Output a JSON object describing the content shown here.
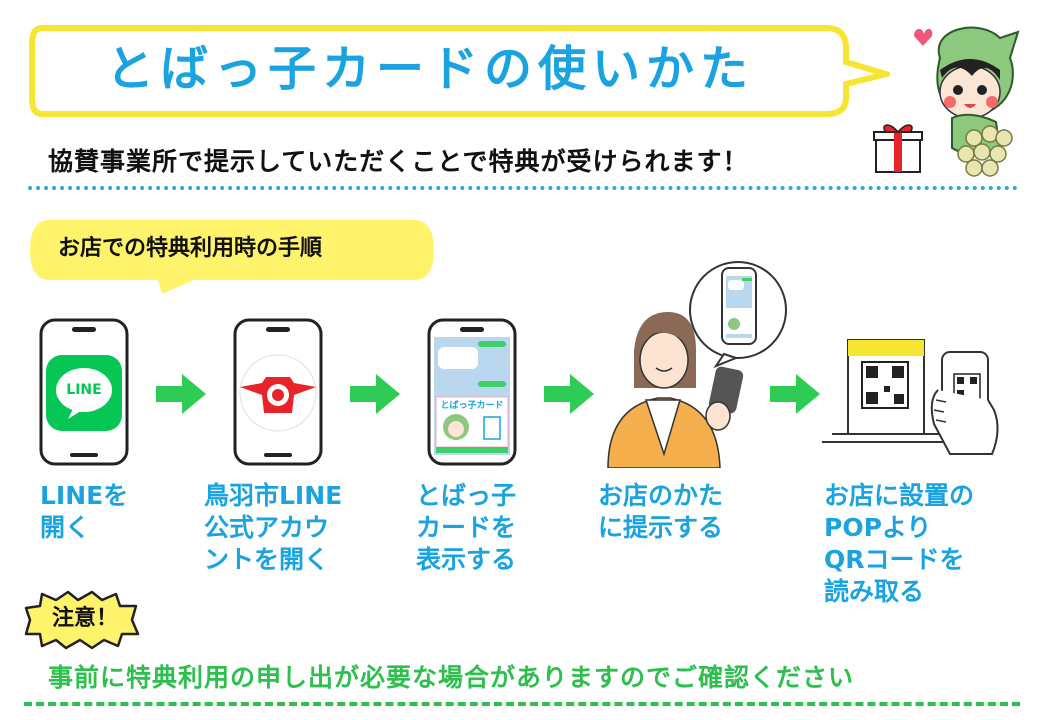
{
  "title": "とばっ子カードの使いかた",
  "subtitle": "協賛事業所で提示していただくことで特典が受けられます！",
  "steps_heading": "お店での特典利用時の手順",
  "steps": [
    {
      "lines": [
        "LINEを",
        "開く"
      ]
    },
    {
      "lines": [
        "鳥羽市LINE",
        "公式アカウ",
        "ントを開く"
      ]
    },
    {
      "lines": [
        "とばっ子",
        "カードを",
        "表示する"
      ]
    },
    {
      "lines": [
        "お店のかた",
        "に提示する"
      ]
    },
    {
      "lines": [
        "お店に設置の",
        "POPより",
        "QRコードを",
        "読み取る"
      ]
    }
  ],
  "line_logo_text": "LINE",
  "card_title": "とばっ子カード",
  "attention_label": "注意！",
  "notice": "事前に特典利用の申し出が必要な場合がありますのでご確認ください",
  "colors": {
    "title_blue": "#1aa3e0",
    "bubble_yellow": "#fff36b",
    "arrow_green": "#2fcc55",
    "line_green": "#06c755",
    "notice_green": "#2fbf4f"
  }
}
